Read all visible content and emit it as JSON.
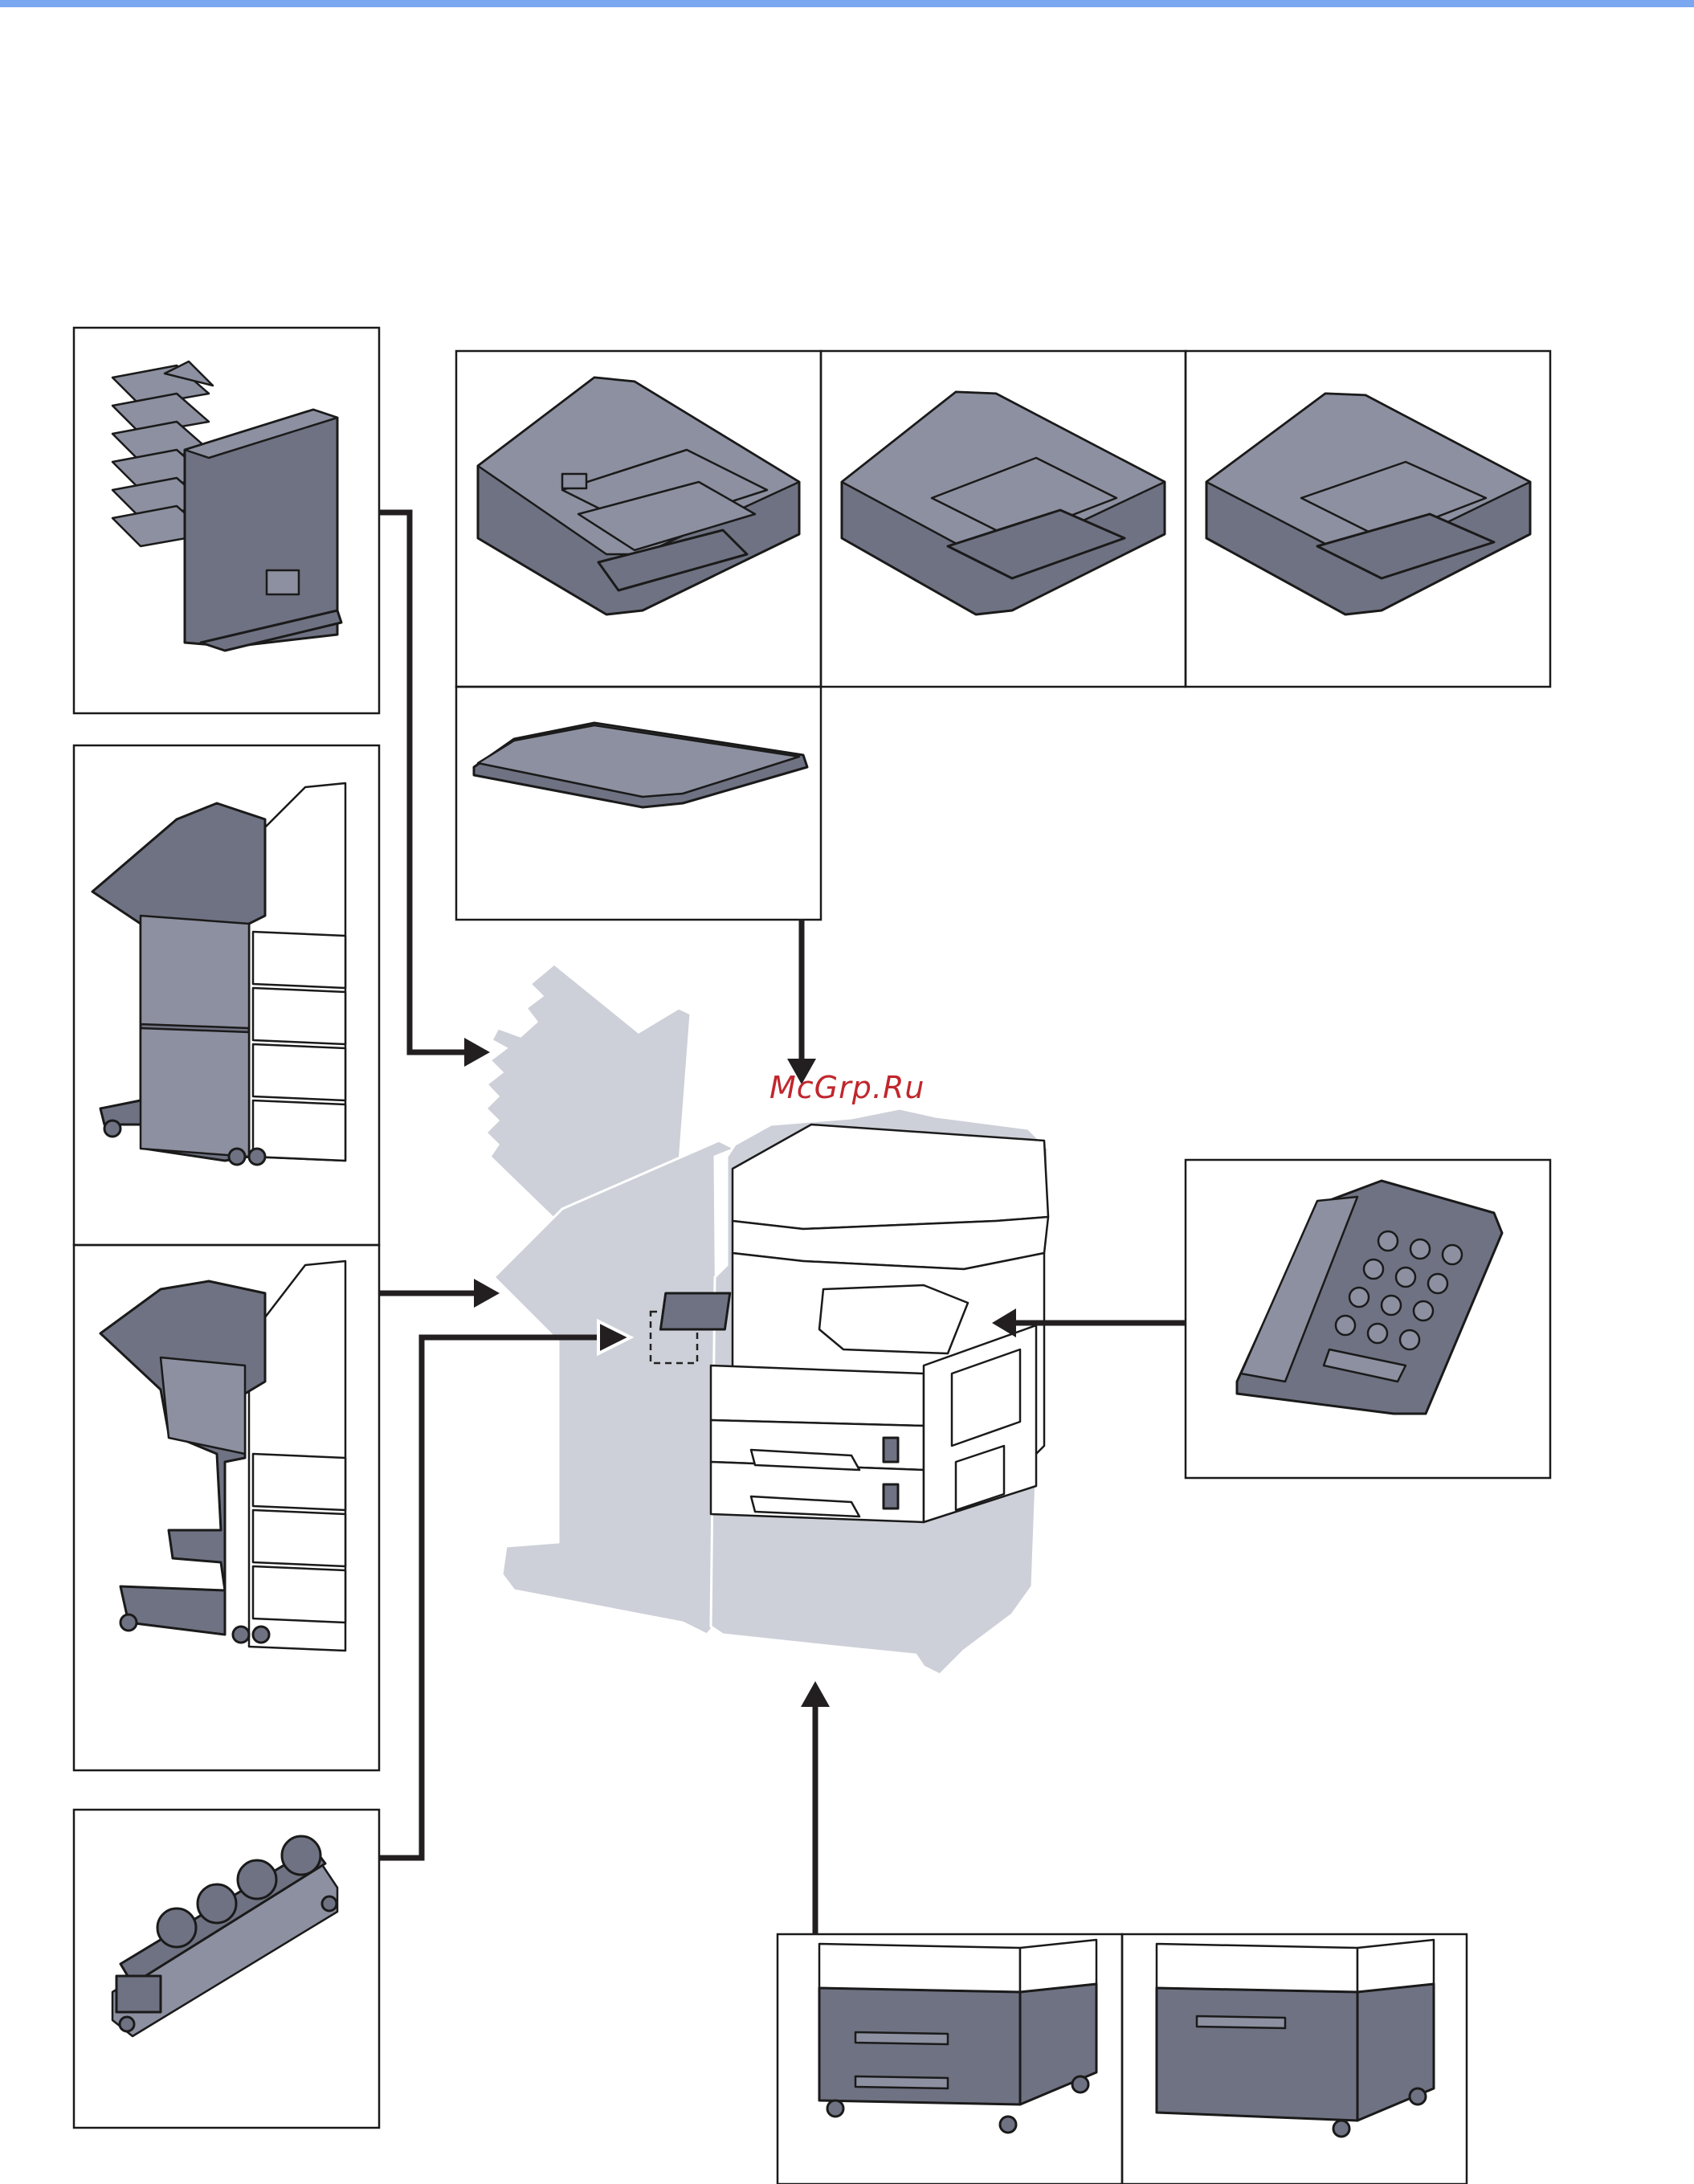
{
  "colors": {
    "top_bar": "#7aa7f0",
    "frame": "#1a1a1a",
    "device_dark": "#6f7282",
    "device_mid": "#8d90a0",
    "device_light": "#ffffff",
    "silhouette": "#cdd0d8",
    "arrow": "#231f20",
    "watermark": "#c0272d"
  },
  "watermark": {
    "text": "McGrp.Ru"
  },
  "panels": [
    {
      "id": "finisher-mailbox",
      "icon": "mailbox-finisher-icon"
    },
    {
      "id": "finisher-staple",
      "icon": "staple-finisher-icon"
    },
    {
      "id": "finisher-booklet",
      "icon": "booklet-finisher-icon"
    },
    {
      "id": "punch-unit",
      "icon": "punch-unit-icon"
    },
    {
      "id": "document-processor-1",
      "icon": "document-processor-icon"
    },
    {
      "id": "document-processor-2",
      "icon": "document-processor-icon"
    },
    {
      "id": "document-processor-3",
      "icon": "document-processor-icon"
    },
    {
      "id": "platen-cover",
      "icon": "platen-cover-icon"
    },
    {
      "id": "numeric-keypad",
      "icon": "numeric-keypad-icon"
    },
    {
      "id": "paper-feeder-1",
      "icon": "paper-feeder-icon"
    },
    {
      "id": "paper-feeder-2",
      "icon": "paper-feeder-icon"
    }
  ],
  "main_device": {
    "icon": "mfp-printer-icon"
  }
}
